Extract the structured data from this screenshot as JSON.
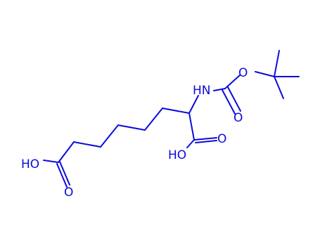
{
  "molecule": {
    "atom_labels": {
      "nh": "HN",
      "carbamate_o": "O",
      "carbamate_carbonyl_o": "O",
      "acid_alpha_carbonyl_o": "O",
      "acid_alpha_oh": "HO",
      "acid_terminal_oh": "HO",
      "acid_terminal_carbonyl_o": "O"
    },
    "bond_color": "#0b0bdc",
    "label_color": "#0b0bdc",
    "background": "#ffffff"
  }
}
